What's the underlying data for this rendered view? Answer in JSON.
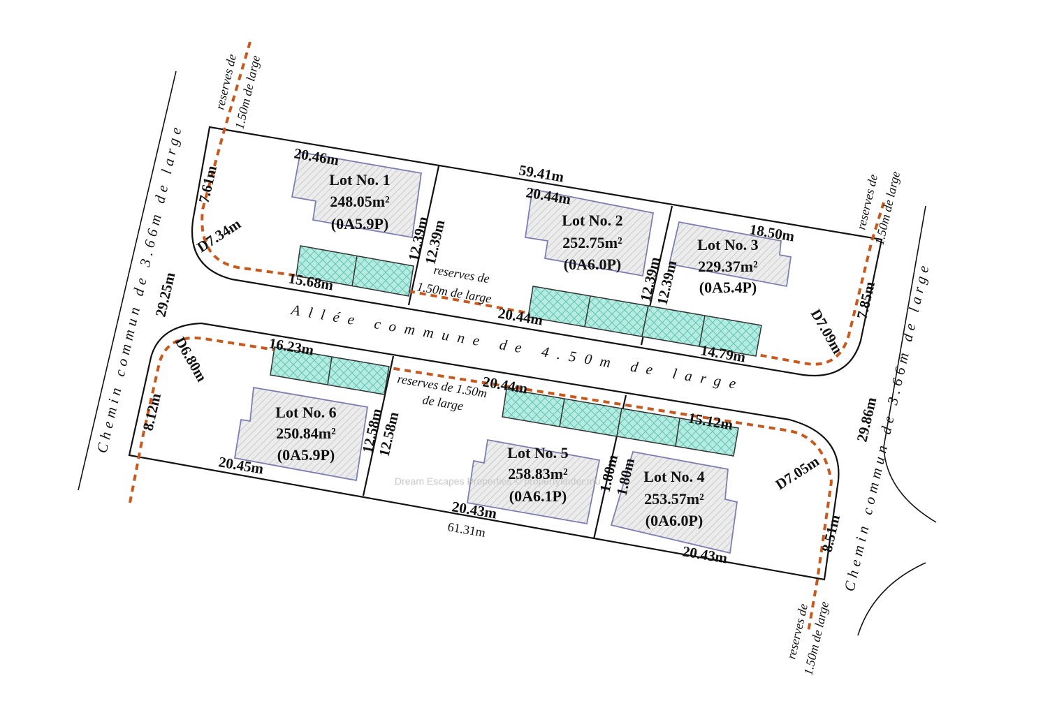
{
  "lots": [
    {
      "name": "Lot No. 1",
      "area": "248.05m²",
      "alt": "(0A5.9P)"
    },
    {
      "name": "Lot No. 2",
      "area": "252.75m²",
      "alt": "(0A6.0P)"
    },
    {
      "name": "Lot No. 3",
      "area": "229.37m²",
      "alt": "(0A5.4P)"
    },
    {
      "name": "Lot No. 4",
      "area": "253.57m²",
      "alt": "(0A6.0P)"
    },
    {
      "name": "Lot No. 5",
      "area": "258.83m²",
      "alt": "(0A6.1P)"
    },
    {
      "name": "Lot No. 6",
      "area": "250.84m²",
      "alt": "(0A5.9P)"
    }
  ],
  "dimensions": {
    "lot1_top": "20.46m",
    "lot1_left": "7.61m",
    "lot1_radius": "D7.34m",
    "lot1_bottom": "15.68m",
    "lot1_lot2_side_a": "12.39m",
    "lot1_lot2_side_b": "12.39m",
    "north_total": "59.41m",
    "lot2_top": "20.44m",
    "lot2_bottom": "20.44m",
    "lot2_lot3_side_a": "12.39m",
    "lot2_lot3_side_b": "12.39m",
    "lot3_top": "18.50m",
    "lot3_right": "7.85m",
    "lot3_radius": "D7.09m",
    "lot3_bottom": "14.79m",
    "west_total": "29.25m",
    "east_total": "29.86m",
    "lot6_top": "16.23m",
    "lot6_radius": "D6.80m",
    "lot6_left": "8.12m",
    "lot6_bottom": "20.45m",
    "lot6_lot5_side_a": "12.58m",
    "lot6_lot5_side_b": "12.58m",
    "lot5_top": "20.44m",
    "lot5_lot4_side_a": "1.80m",
    "lot5_lot4_side_b": "1.80m",
    "lot5_bottom": "20.43m",
    "south_total": "61.31m",
    "lot4_top": "15.12m",
    "lot4_radius": "D7.05m",
    "lot4_right": "8.51m",
    "lot4_bottom": "20.43m"
  },
  "labels": {
    "west_road": "Chemin commun de 3.66m de large",
    "east_road": "Chemin commun de 3.66m de large",
    "allee": "Allée commune de 4.50m de large",
    "reserve_line1": "reserves de",
    "reserve_line2": "1.50m de large",
    "reserve_mid_a": "reserves de 1.50m",
    "reserve_mid_b": "de large",
    "watermark": "Dream Escapes Properties © propertyfinder.mu"
  },
  "colors": {
    "reserve": "#c65a1e",
    "parking": "#9fe3d6",
    "house_outline": "#7d7fb0"
  }
}
